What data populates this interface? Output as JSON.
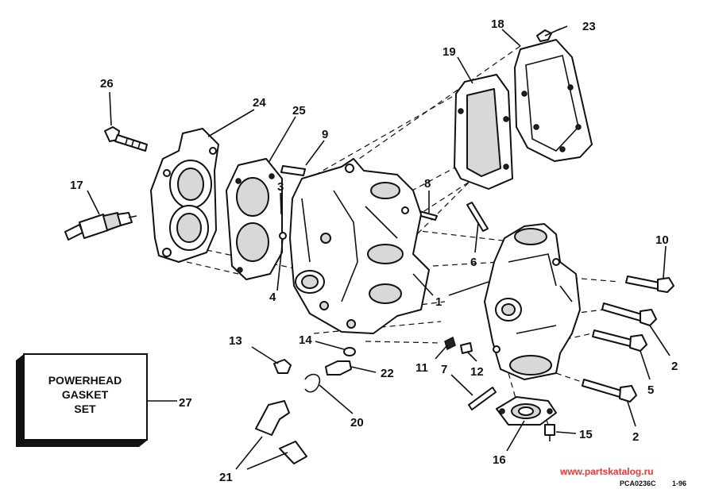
{
  "callouts": {
    "c1": "1",
    "c2a": "2",
    "c2b": "2",
    "c3": "3",
    "c4": "4",
    "c5": "5",
    "c6": "6",
    "c7": "7",
    "c8": "8",
    "c9": "9",
    "c10": "10",
    "c11": "11",
    "c12": "12",
    "c13": "13",
    "c14": "14",
    "c15": "15",
    "c16": "16",
    "c17": "17",
    "c18": "18",
    "c19": "19",
    "c20": "20",
    "c21": "21",
    "c22": "22",
    "c23": "23",
    "c24": "24",
    "c25": "25",
    "c26": "26",
    "c27": "27"
  },
  "gasket_box": {
    "line1": "POWERHEAD",
    "line2": "GASKET",
    "line3": "SET"
  },
  "watermark": "www.partskatalog.ru",
  "drawing_code": "PCA0236C",
  "drawing_date": "1-96",
  "colors": {
    "ink": "#111111",
    "watermark": "#e03c3c",
    "paper": "#ffffff"
  }
}
